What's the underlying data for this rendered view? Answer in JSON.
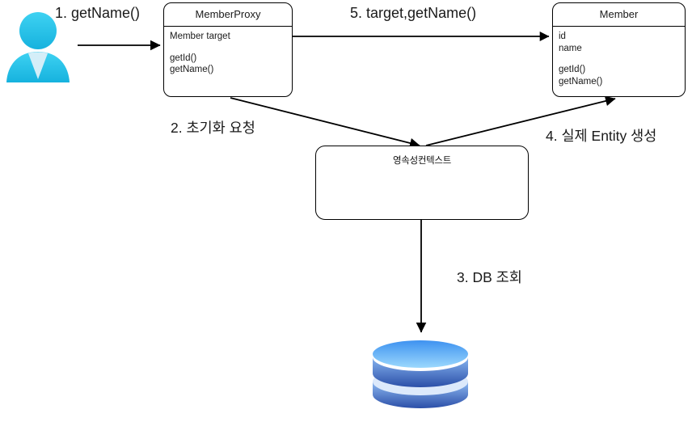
{
  "diagram": {
    "title_hidden": "JPA Proxy initialization flow",
    "boxes": {
      "proxy": {
        "title": "MemberProxy",
        "fields": [
          "Member target"
        ],
        "methods": [
          "getId()",
          "getName()"
        ]
      },
      "member": {
        "title": "Member",
        "fields": [
          "id",
          "name"
        ],
        "methods": [
          "getId()",
          "getName()"
        ]
      },
      "context": {
        "label": "영속성컨텍스트"
      }
    },
    "annotations": {
      "step1": "1. getName()",
      "step2": "2. 초기화 요청",
      "step3": "3. DB 조회",
      "step4": "4. 실제 Entity 생성",
      "step5": "5. target,getName()"
    },
    "icons": {
      "actor": "user-icon",
      "database": "database-cylinder-icon"
    },
    "colors": {
      "actor_light": "#37CBF0",
      "actor_dark": "#18B4DF",
      "actor_collar": "#D4EEF8",
      "db_top_light": "#8FD2FC",
      "db_top_dark": "#3E92F0",
      "db_band_light": "#7FAEEE",
      "db_band_dark": "#2B4FA8",
      "stroke": "#000000"
    }
  }
}
